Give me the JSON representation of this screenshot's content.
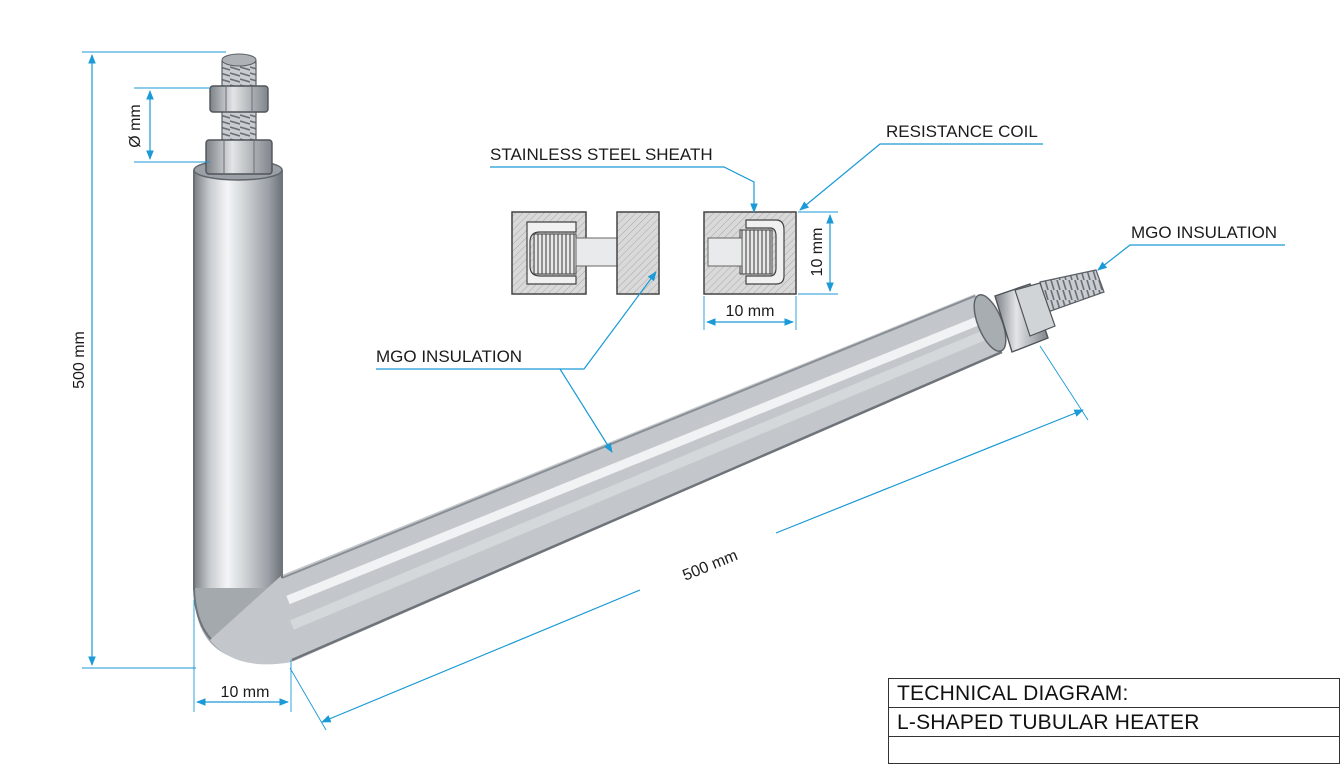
{
  "callouts": {
    "stainless_steel_sheath": "STAINLESS STEEL SHEATH",
    "resistance_coil": "RESISTANCE COIL",
    "mgo_insulation_terminal": "MGO INSULATION",
    "mgo_insulation_tube": "MGO INSULATION"
  },
  "dimensions": {
    "vertical_length": "500 mm",
    "horizontal_length": "500 mm",
    "thread_diameter": "Ø mm",
    "tube_width": "10 mm",
    "section_width": "10 mm",
    "section_height": "10 mm"
  },
  "title_block": {
    "line1": "TECHNICAL DIAGRAM:",
    "line2": "L-SHAPED TUBULAR HEATER",
    "line3": ""
  },
  "colors": {
    "dimension_lines": "#1a9ad6",
    "tube_metal": "#b9bdc2",
    "ink": "#1b1b1b"
  }
}
